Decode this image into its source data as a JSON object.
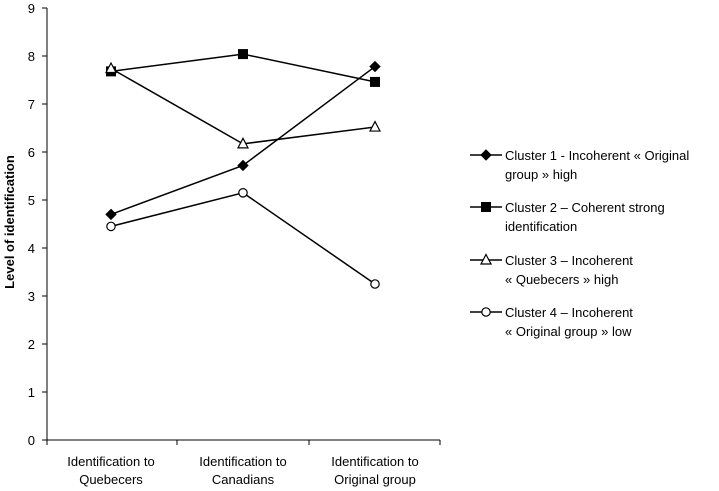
{
  "chart_data": {
    "type": "line",
    "title": "",
    "xlabel": "",
    "ylabel": "Level of identification",
    "ylim": [
      0,
      9
    ],
    "yticks": [
      "0",
      "1",
      "2",
      "3",
      "4",
      "5",
      "6",
      "7",
      "8",
      "9"
    ],
    "grid": false,
    "legend_position": "right",
    "categories": [
      [
        "Identification to",
        "Quebecers"
      ],
      [
        "Identification to",
        "Canadians"
      ],
      [
        "Identification to",
        "Original group"
      ]
    ],
    "series": [
      {
        "name": [
          "Cluster 1 - Incoherent « Original",
          "group » high"
        ],
        "marker": "diamond-filled",
        "values": [
          4.7,
          5.72,
          7.78
        ]
      },
      {
        "name": [
          "Cluster 2 – Coherent strong",
          "identification"
        ],
        "marker": "square-filled",
        "values": [
          7.68,
          8.04,
          7.46
        ]
      },
      {
        "name": [
          "Cluster 3 – Incoherent",
          "« Quebecers » high"
        ],
        "marker": "triangle-open",
        "values": [
          7.74,
          6.17,
          6.52
        ]
      },
      {
        "name": [
          "Cluster 4 – Incoherent",
          "« Original group » low"
        ],
        "marker": "circle-open",
        "values": [
          4.45,
          5.15,
          3.25
        ]
      }
    ]
  }
}
